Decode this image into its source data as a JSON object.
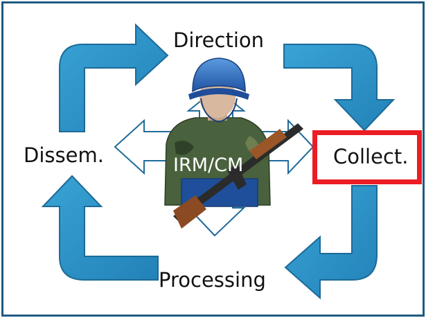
{
  "diagram": {
    "center_label": "IRM/CM",
    "nodes": {
      "top": "Direction",
      "right": "Collect.",
      "bottom": "Processing",
      "left": "Dissem."
    },
    "highlighted_node": "right"
  },
  "colors": {
    "cycle_arrow": "#2a8fc4",
    "cycle_arrow_outline": "#1c6a96",
    "frame_border": "#1d5a82",
    "highlight_border": "#ec1c24",
    "helmet": "#2e6fc4",
    "vest": "#1f4f9a"
  },
  "icons": [
    "soldier-figure-icon",
    "rifle-icon"
  ]
}
